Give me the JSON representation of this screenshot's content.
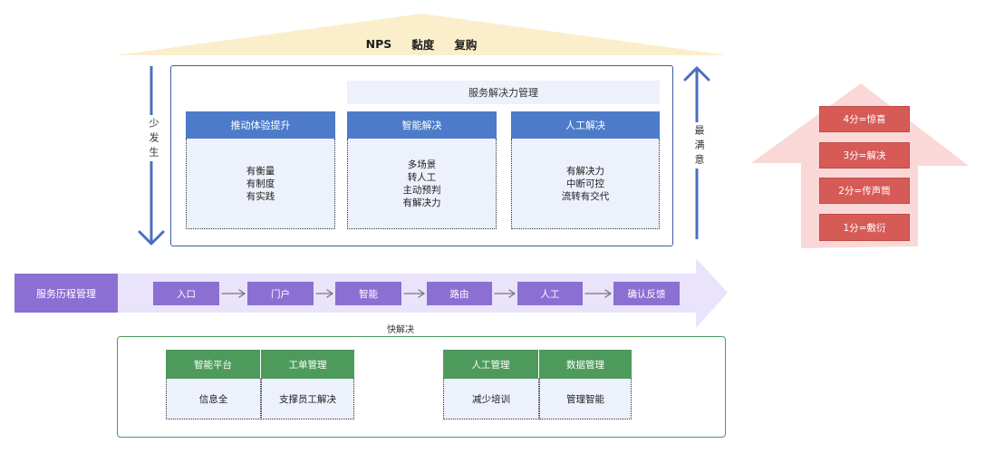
{
  "banner": {
    "items": [
      "NPS",
      "黏度",
      "复购"
    ]
  },
  "left_arrow": {
    "label": "少发生"
  },
  "right_arrow": {
    "label": "最满意"
  },
  "resolution": {
    "title": "服务解决力管理",
    "columns": [
      {
        "title": "推动体验提升",
        "lines": [
          "有衡量",
          "有制度",
          "有实践"
        ]
      },
      {
        "title": "智能解决",
        "lines": [
          "多场景",
          "转人工",
          "主动预判",
          "有解决力"
        ]
      },
      {
        "title": "人工解决",
        "lines": [
          "有解决力",
          "中断可控",
          "流转有交代"
        ]
      }
    ]
  },
  "scores": [
    "4分=惊喜",
    "3分=解决",
    "2分=传声筒",
    "1分=敷衍"
  ],
  "journey": {
    "label": "服务历程管理",
    "steps": [
      "入口",
      "门户",
      "智能",
      "路由",
      "人工",
      "确认反馈"
    ]
  },
  "quick_resolution": {
    "label": "快解决",
    "groups": [
      [
        {
          "title": "智能平台",
          "body": "信息全"
        },
        {
          "title": "工单管理",
          "body": "支撑员工解决"
        }
      ],
      [
        {
          "title": "人工管理",
          "body": "减少培训"
        },
        {
          "title": "数据管理",
          "body": "管理智能"
        }
      ]
    ]
  },
  "colors": {
    "blue": "#4d7bc9",
    "blue-dark": "#3b5aa5",
    "arrow-blue": "#4a6fbf",
    "light": "#edf1fb",
    "purple": "#8b6fd3",
    "purple-light": "#e9e3fb",
    "green": "#4e9a5c",
    "green-border": "#4a9a5a",
    "red": "#d65b57",
    "pink": "#fad4d4",
    "roof": "#fbeecb"
  }
}
